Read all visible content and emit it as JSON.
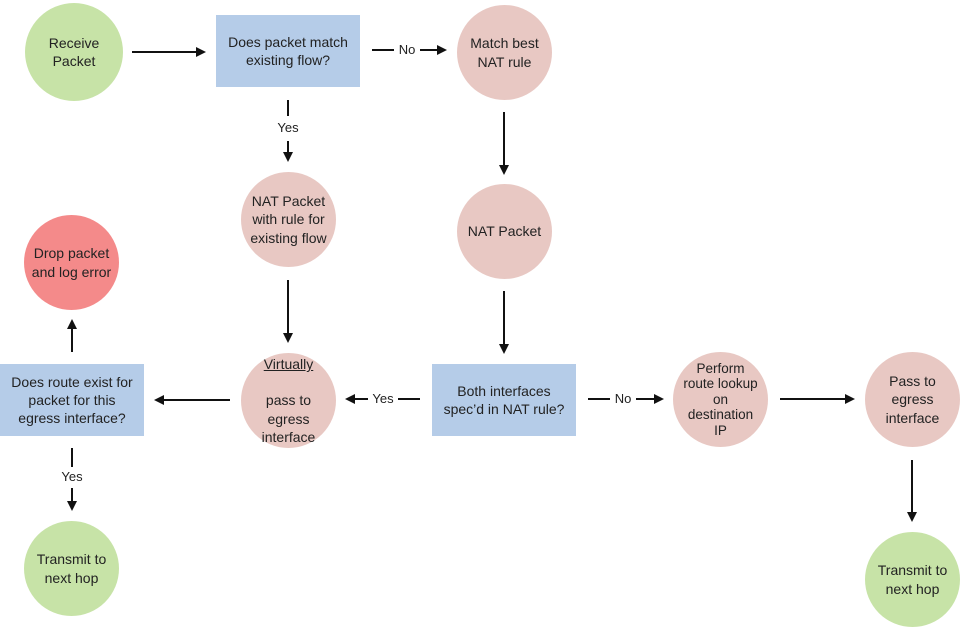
{
  "colors": {
    "start_circle": "#c7e3a7",
    "process_circle": "#e8c8c3",
    "decision_box": "#b5cce8",
    "error_circle": "#f48a8a",
    "arrow": "#111111"
  },
  "nodes": {
    "receive_packet": "Receive\nPacket",
    "match_flow": "Does packet match\nexisting flow?",
    "match_nat_rule": "Match best\nNAT rule",
    "nat_existing_flow": "NAT Packet\nwith rule for\nexisting flow",
    "nat_packet": "NAT Packet",
    "drop_packet": "Drop packet\nand log error",
    "route_exists": "Does route exist for\npacket for this\negress interface?",
    "virtually_pass_word": "Virtually",
    "virtually_pass_rest": "pass to\negress\ninterface",
    "both_interfaces": "Both interfaces\nspec’d in NAT rule?",
    "route_lookup": "Perform\nroute lookup\non\ndestination\nIP",
    "pass_egress": "Pass to\negress\ninterface",
    "transmit_left": "Transmit to\nnext hop",
    "transmit_right": "Transmit to\nnext hop"
  },
  "edges": {
    "no_top": "No",
    "yes_top": "Yes",
    "yes_middle": "Yes",
    "no_middle": "No",
    "yes_left": "Yes"
  }
}
